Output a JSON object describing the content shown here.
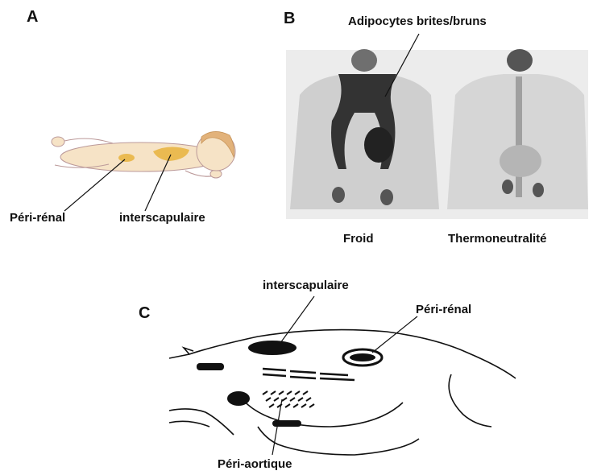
{
  "panel_a": {
    "letter": "A",
    "labels": {
      "peri_renal": "Péri-rénal",
      "interscapulaire": "interscapulaire"
    }
  },
  "panel_b": {
    "letter": "B",
    "label_adipocytes": "Adipocytes brites/bruns",
    "label_cold": "Froid",
    "label_thermo": "Thermoneutralité"
  },
  "panel_c": {
    "letter": "C",
    "labels": {
      "interscapulaire": "interscapulaire",
      "peri_renal": "Péri-rénal",
      "peri_aortique": "Péri-aortique"
    }
  },
  "colors": {
    "ink": "#111111",
    "baby_skin": "#f6e3c6",
    "hair": "#e2b27a",
    "fat": "#e8b33c",
    "scan_bg": "#e9e9e9"
  }
}
